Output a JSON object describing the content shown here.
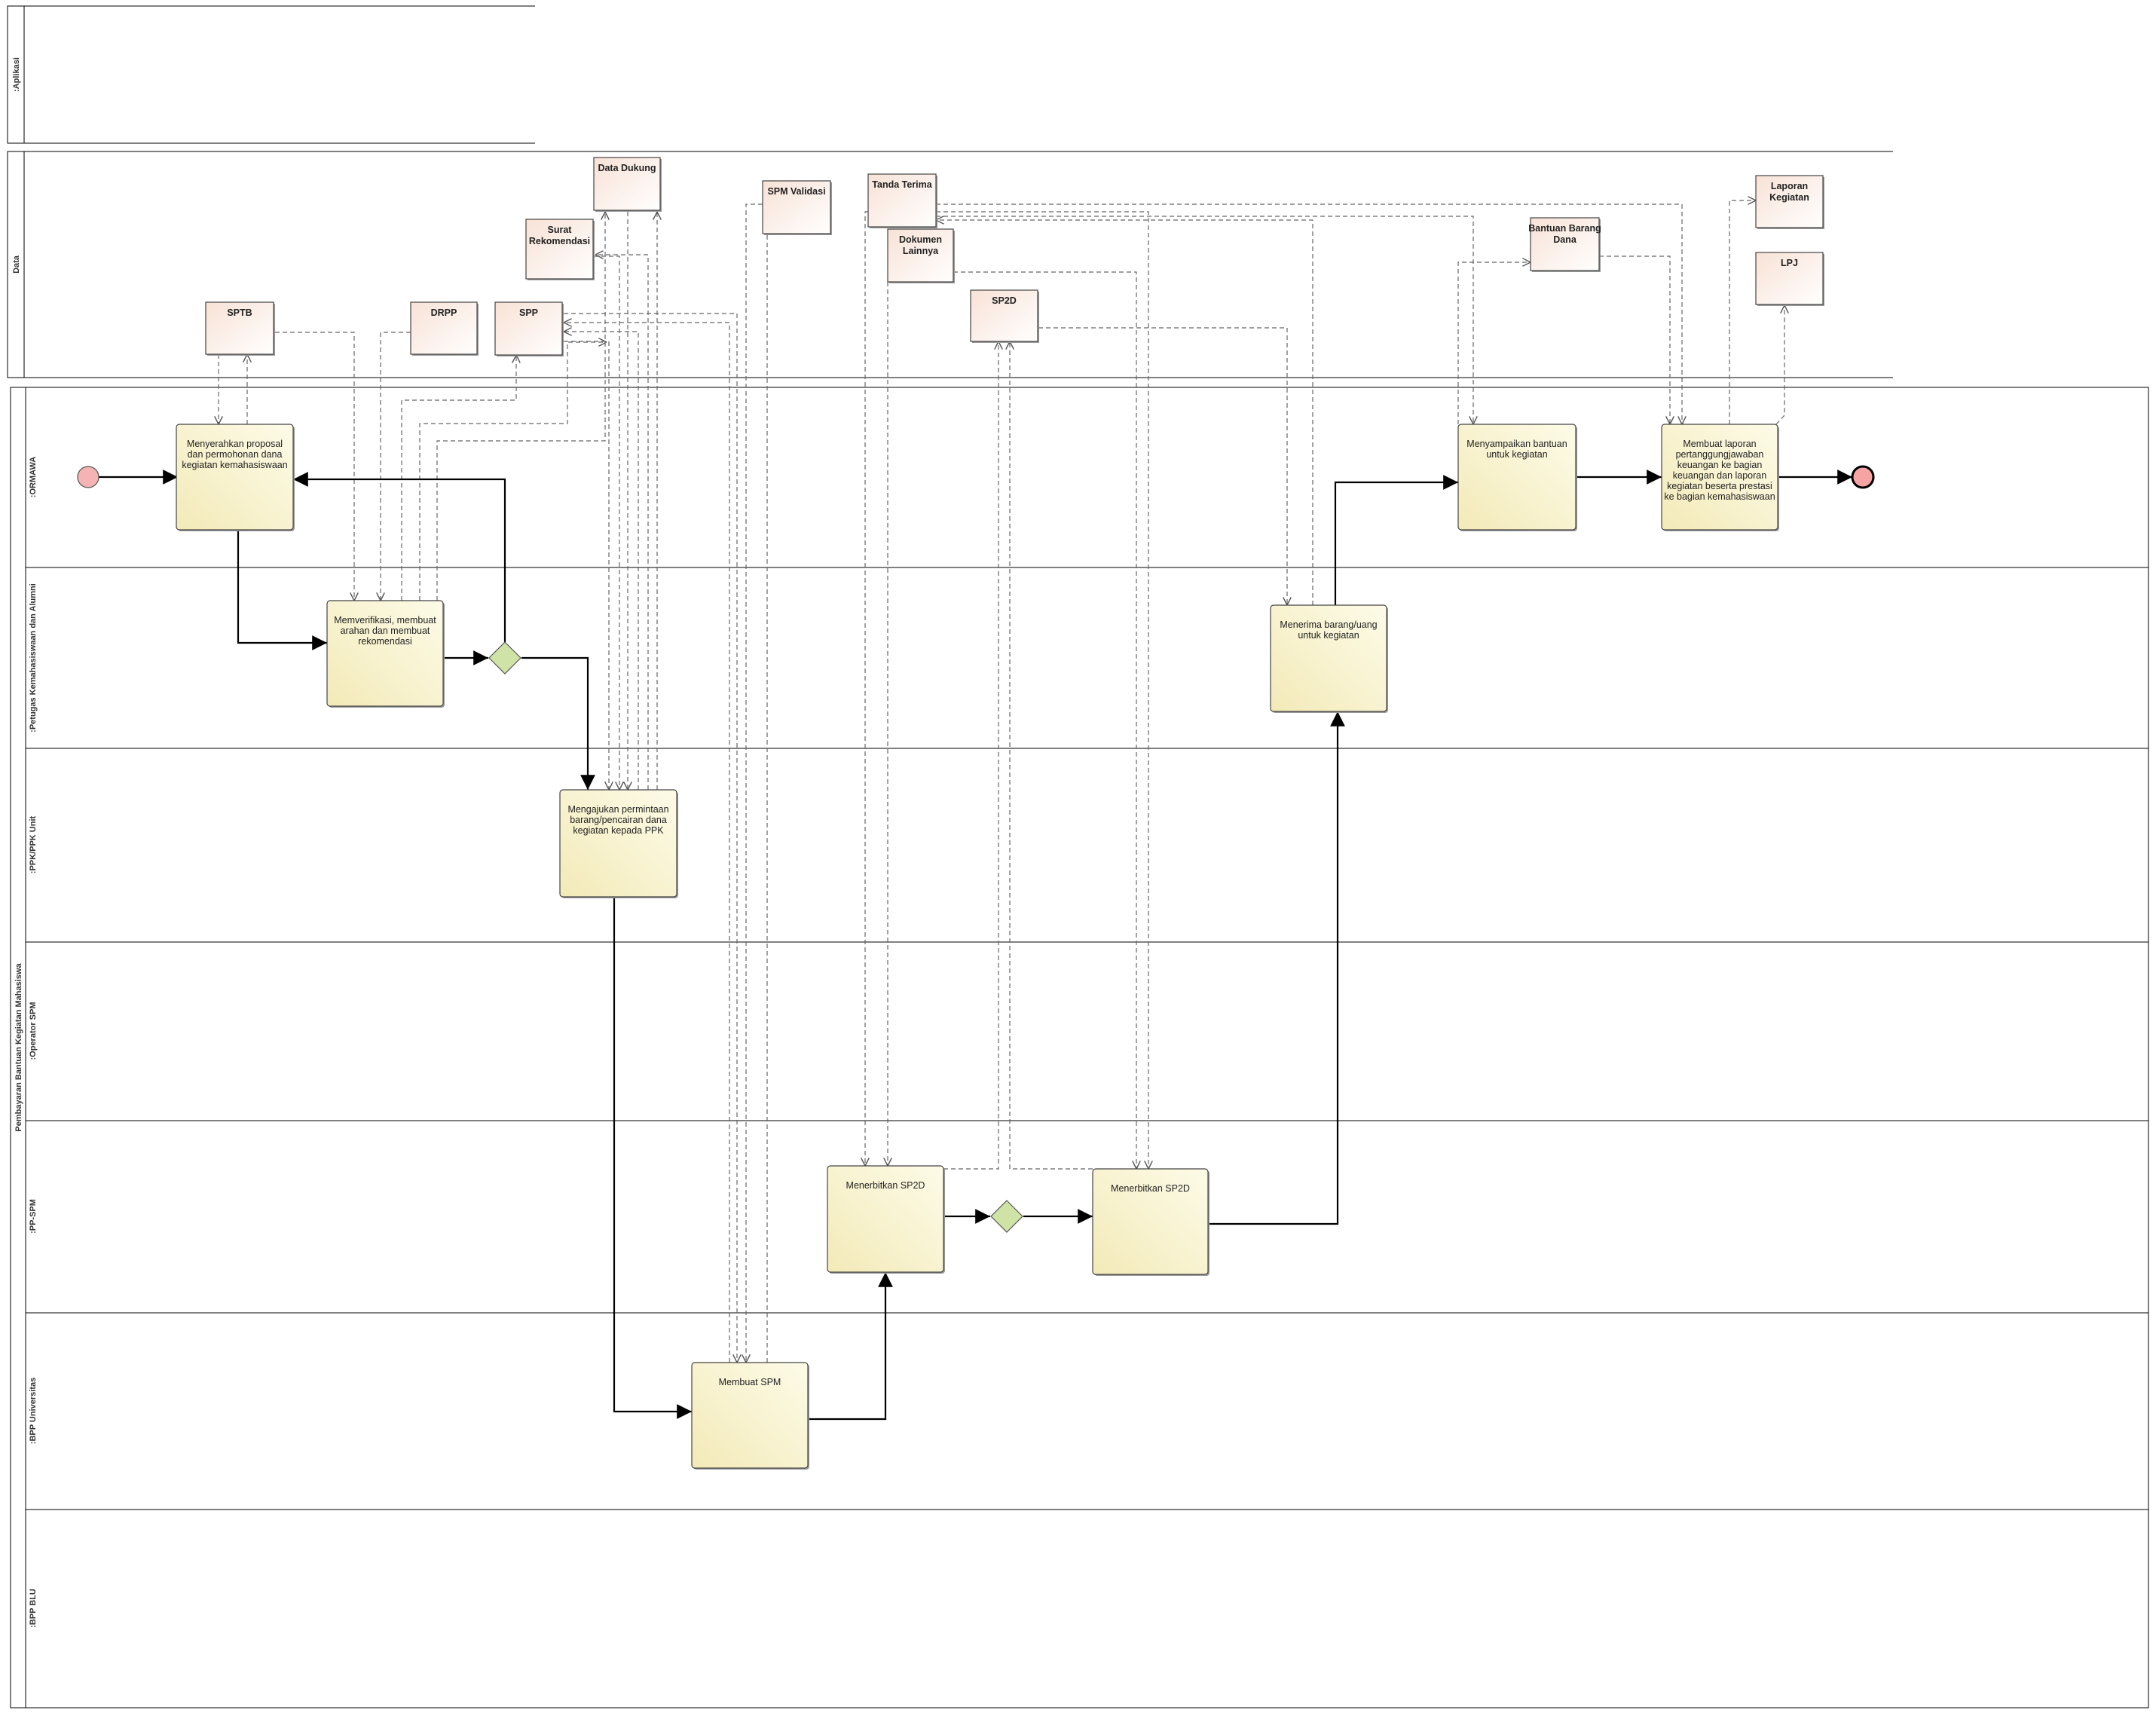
{
  "pools": {
    "aplikasi": ":Aplikasi",
    "data": "Data",
    "main": "Pembayaran Bantuan Kegiatan Mahasiswa"
  },
  "lanes": [
    ":ORMAWA",
    ":Petugas Kemahasiswaan dan Alumni",
    ":PPK/PPK Unit",
    ":Operator SPM",
    ":PP-SPM",
    ":BPP Universitas",
    ":BPP BLU"
  ],
  "tasks": [
    {
      "id": "t1",
      "lines": [
        "Menyerahkan proposal",
        "dan permohonan dana",
        "kegiatan kemahasiswaan"
      ]
    },
    {
      "id": "t2",
      "lines": [
        "Memverifikasi, membuat",
        "arahan dan membuat",
        "rekomendasi"
      ]
    },
    {
      "id": "t3",
      "lines": [
        "Mengajukan permintaan",
        "barang/pencairan dana",
        "kegiatan kepada PPK"
      ]
    },
    {
      "id": "t4",
      "lines": [
        "Membuat SPM"
      ]
    },
    {
      "id": "t5",
      "lines": [
        "Menerbitkan SP2D"
      ]
    },
    {
      "id": "t6",
      "lines": [
        "Menerbitkan SP2D"
      ]
    },
    {
      "id": "t7",
      "lines": [
        "Menerima barang/uang",
        "untuk kegiatan"
      ]
    },
    {
      "id": "t8",
      "lines": [
        "Menyampaikan bantuan",
        "untuk kegiatan"
      ]
    },
    {
      "id": "t9",
      "lines": [
        "Membuat laporan",
        "pertanggungjawaban",
        "keuangan ke bagian",
        "keuangan dan laporan",
        "kegiatan beserta prestasi",
        "ke bagian kemahasiswaan"
      ]
    }
  ],
  "data_objects": [
    {
      "id": "d_sptb",
      "lines": [
        "SPTB"
      ]
    },
    {
      "id": "d_drpp",
      "lines": [
        "DRPP"
      ]
    },
    {
      "id": "d_spp",
      "lines": [
        "SPP"
      ]
    },
    {
      "id": "d_surat",
      "lines": [
        "Surat",
        "Rekomendasi"
      ]
    },
    {
      "id": "d_dukung",
      "lines": [
        "Data Dukung"
      ]
    },
    {
      "id": "d_spmval",
      "lines": [
        "SPM Validasi"
      ]
    },
    {
      "id": "d_tanda",
      "lines": [
        "Tanda Terima"
      ]
    },
    {
      "id": "d_dok",
      "lines": [
        "Dokumen",
        "Lainnya"
      ]
    },
    {
      "id": "d_sp2d",
      "lines": [
        "SP2D"
      ]
    },
    {
      "id": "d_bantuan",
      "lines": [
        "Bantuan Barang",
        "Dana"
      ]
    },
    {
      "id": "d_lapkeg",
      "lines": [
        "Laporan",
        "Kegiatan"
      ]
    },
    {
      "id": "d_lpj",
      "lines": [
        "LPJ"
      ]
    }
  ],
  "colors": {
    "task_light": "#fdfbe8",
    "task_dark": "#f3eab8",
    "data_light": "#fbeee6",
    "data_dark": "#ffffff",
    "gateway": "#cfe3a6",
    "start_event": "#f5b3b3",
    "end_event": "#f5a3a3",
    "line": "#000000",
    "assoc": "#666666"
  }
}
